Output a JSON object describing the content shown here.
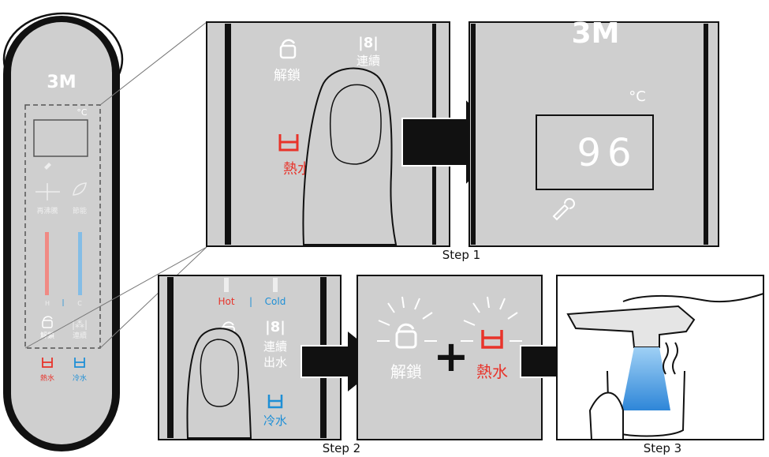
{
  "device": {
    "brand": "3M",
    "temp_unit": "°C",
    "labels": {
      "reboil": "再沸騰",
      "eco": "節能",
      "unlock": "解鎖",
      "continuous": "連續",
      "hot_water": "熱水",
      "cold_water": "冷水"
    },
    "level_left": "H",
    "level_right": "C"
  },
  "panel1": {
    "unlock": "解鎖",
    "continuous": "連續",
    "hot_water": "熱水"
  },
  "panel2": {
    "brand": "3M",
    "temp_unit": "°C",
    "temperature": "96"
  },
  "panel3": {
    "hot": "Hot",
    "separator": "|",
    "cold": "Cold",
    "continuous_out": [
      "連續",
      "出水"
    ],
    "cold_water": "冷水"
  },
  "panel4": {
    "unlock": "解鎖",
    "hot_water": "熱水",
    "plus": "+"
  },
  "steps": {
    "step1": "Step 1",
    "step2": "Step 2",
    "step3": "Step 3"
  },
  "colors": {
    "panel_bg": "#cfcfcf",
    "hot_red": "#e8332a",
    "cold_blue": "#1e8fd6",
    "water_blue": "#3aa0e6",
    "black": "#111111"
  }
}
